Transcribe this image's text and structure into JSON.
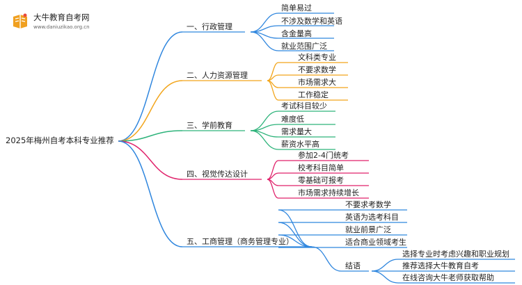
{
  "logo": {
    "title": "大牛教育自考网",
    "url": "www.daniuzikao.org.cn"
  },
  "root": "2025年梅州自考本科专业推荐",
  "colors": {
    "b1": "#2f86de",
    "b2": "#f2a51b",
    "b3": "#2db37a",
    "b4": "#e0226b",
    "b5": "#2f86de"
  },
  "branches": [
    {
      "label": "一、行政管理",
      "color": "b1",
      "leaves": [
        "简单易过",
        "不涉及数学和英语",
        "含金量高",
        "就业范围广泛"
      ]
    },
    {
      "label": "二、人力资源管理",
      "color": "b2",
      "leaves": [
        "文科类专业",
        "不要求数学",
        "市场需求大",
        "工作稳定"
      ]
    },
    {
      "label": "三、学前教育",
      "color": "b3",
      "leaves": [
        "考试科目较少",
        "难度低",
        "需求量大",
        "薪资水平高"
      ]
    },
    {
      "label": "四、视觉传达设计",
      "color": "b4",
      "leaves": [
        "参加2-4门统考",
        "校考科目简单",
        "零基础可报考",
        "市场需求持续增长"
      ]
    },
    {
      "label": "五、工商管理（商务管理专业）",
      "color": "b5",
      "leaves": [
        "不要求考数学",
        "英语为选考科目",
        "就业前景广泛",
        "适合商业领域考生"
      ],
      "sub": {
        "label": "结语",
        "leaves": [
          "选择专业时考虑兴趣和职业规划",
          "推荐选择大牛教育自考",
          "在线咨询大牛老师获取帮助"
        ]
      }
    }
  ]
}
